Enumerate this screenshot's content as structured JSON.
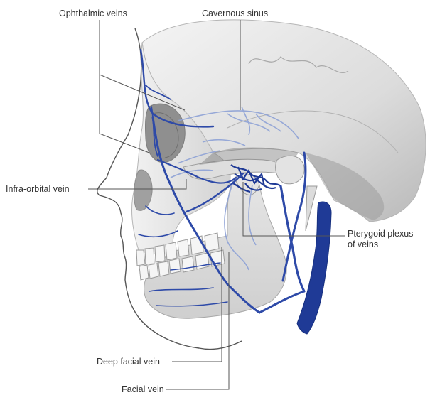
{
  "labels": {
    "ophthalmic_veins": "Ophthalmic veins",
    "cavernous_sinus": "Cavernous sinus",
    "infra_orbital_vein": "Infra-orbital vein",
    "pterygoid_line1": "Pterygoid plexus",
    "pterygoid_line2": "of veins",
    "deep_facial_vein": "Deep facial vein",
    "facial_vein": "Facial vein"
  },
  "colors": {
    "vein": "#2e4aa8",
    "vein_dark": "#1f3a96",
    "vein_faded": "#8ea2d6",
    "bone": "#e7e7e7",
    "bone_shadow": "#bdbdbd",
    "leader": "#555555",
    "text": "#333333"
  }
}
